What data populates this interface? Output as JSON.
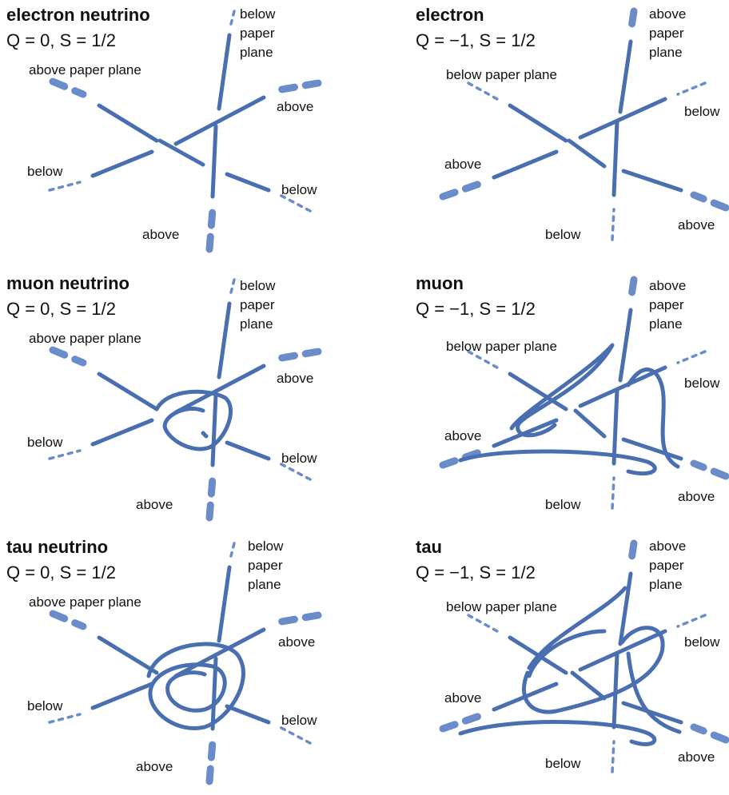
{
  "colors": {
    "strand": "#4a6fb0",
    "strand_dash": "#6a8cc8",
    "text": "#111111"
  },
  "panels": [
    {
      "title": "electron neutrino",
      "qs": "Q = 0, S = 1/2",
      "labels": {
        "up": "below\npaper\nplane",
        "left": "above paper plane",
        "right": "above",
        "lowleft": "below",
        "lowright": "below",
        "bottom": "above"
      },
      "twist": 0,
      "type": "neutrino"
    },
    {
      "title": "electron",
      "qs": "Q = −1, S = 1/2",
      "labels": {
        "up": "above\npaper\nplane",
        "left": "below paper plane",
        "right": "below",
        "lowleft": "above",
        "lowright": "above",
        "bottom": "below"
      },
      "twist": 0,
      "type": "charged"
    },
    {
      "title": "muon neutrino",
      "qs": "Q = 0, S = 1/2",
      "labels": {
        "up": "below\npaper\nplane",
        "left": "above paper plane",
        "right": "above",
        "lowleft": "below",
        "lowright": "below",
        "bottom": "above"
      },
      "twist": 1,
      "type": "neutrino"
    },
    {
      "title": "muon",
      "qs": "Q = −1, S = 1/2",
      "labels": {
        "up": "above\npaper\nplane",
        "left": "below paper plane",
        "right": "below",
        "lowleft": "above",
        "lowright": "above",
        "bottom": "below"
      },
      "twist": 1,
      "type": "charged"
    },
    {
      "title": "tau neutrino",
      "qs": "Q = 0, S = 1/2",
      "labels": {
        "up": "below\npaper\nplane",
        "left": "above paper plane",
        "right": "above",
        "lowleft": "below",
        "lowright": "below",
        "bottom": "above"
      },
      "twist": 2,
      "type": "neutrino"
    },
    {
      "title": "tau",
      "qs": "Q = −1, S = 1/2",
      "labels": {
        "up": "above\npaper\nplane",
        "left": "below paper plane",
        "right": "below",
        "lowleft": "above",
        "lowright": "above",
        "bottom": "below"
      },
      "twist": 2,
      "type": "charged"
    }
  ]
}
